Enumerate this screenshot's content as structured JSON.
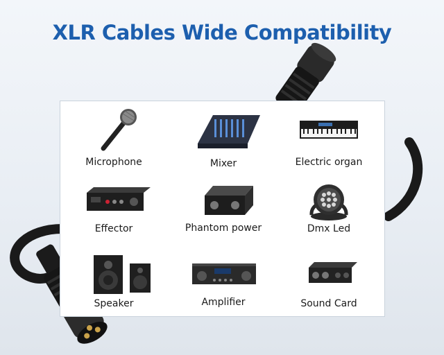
{
  "title": "XLR Cables Wide Compatibility",
  "devices": [
    {
      "label": "Microphone",
      "icon": "microphone-icon"
    },
    {
      "label": "Mixer",
      "icon": "mixer-icon"
    },
    {
      "label": "Electric organ",
      "icon": "keyboard-icon"
    },
    {
      "label": "Effector",
      "icon": "effector-icon"
    },
    {
      "label": "Phantom power",
      "icon": "phantom-power-icon"
    },
    {
      "label": "Dmx Led",
      "icon": "dmx-led-icon"
    },
    {
      "label": "Speaker",
      "icon": "speaker-icon"
    },
    {
      "label": "Amplifier",
      "icon": "amplifier-icon"
    },
    {
      "label": "Sound Card",
      "icon": "sound-card-icon"
    }
  ],
  "colors": {
    "title": "#1d5fae",
    "cable": "#1b1b1b",
    "pins": "#c9a24a"
  }
}
